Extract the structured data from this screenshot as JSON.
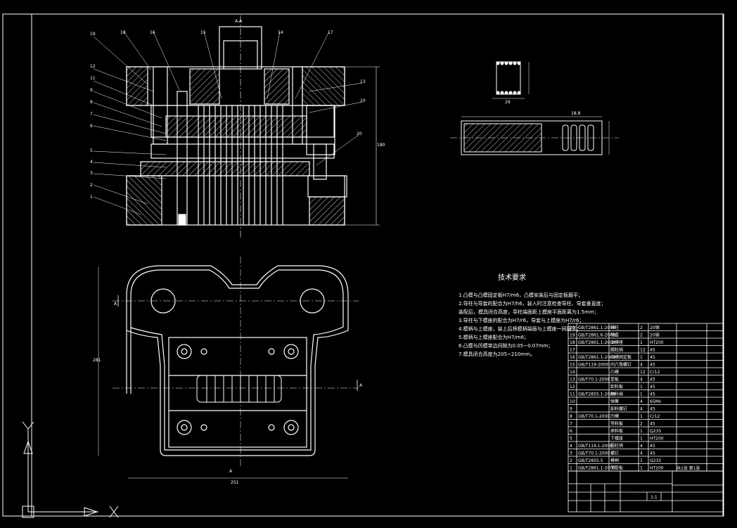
{
  "drawing": {
    "background": "#000000",
    "line_color": "#ffffff",
    "hatch_color": "#ffffff",
    "section_label_top": "A-A",
    "view_label_a": "A",
    "dim_plan_width": "251",
    "dim_plan_height": "281",
    "dim_strip_pitch": "18.8",
    "dim_strip_width": "29",
    "dim_side_height": "180",
    "part_numbers": [
      "1",
      "2",
      "3",
      "4",
      "5",
      "6",
      "7",
      "8",
      "9",
      "10",
      "11",
      "12",
      "13",
      "14",
      "15",
      "16",
      "17",
      "18",
      "19",
      "20"
    ]
  },
  "technical_requirements": {
    "title": "技术要求",
    "lines": [
      "1.凸模与凸模固定板H7/m6，凸模安装后与固定板磨平；",
      "2.导柱与导套的配合为H7/h6，装入时注意检查导柱、导套垂直度；",
      "  装配后，模具闭合高度，导柱端面距上模座平面距离为1.5mm；",
      "3.导柱与下模座的配合为H7/r6，导套与上模座为H7/r6；",
      "4.模柄与上模座，装上后将模柄端面与上模座一同磨平；",
      "5.模柄与上模座配合为H7/m6；",
      "6.凸模与凹模单边间隙为0.05~0.07mm；",
      "7.模具闭合高度为205~210mm。"
    ]
  },
  "parts_list": {
    "rows": [
      [
        "20",
        "GB/T2861.1-2008",
        "导柱",
        "2",
        "20钢"
      ],
      [
        "19",
        "GB/T2861.6-2008",
        "导套",
        "2",
        "20钢"
      ],
      [
        "18",
        "GB/T2861.1-2008",
        "上模座",
        "1",
        "HT200"
      ],
      [
        "17",
        "",
        "圆柱销",
        "12",
        "45"
      ],
      [
        "16",
        "GB/T2861.1-2008",
        "凸模固定板",
        "1",
        "45"
      ],
      [
        "15",
        "GB/T119-2000",
        "内六角螺钉",
        "4",
        "45"
      ],
      [
        "14",
        "",
        "凸模",
        "12",
        "Cr12"
      ],
      [
        "13",
        "GB/T70.1-2008",
        "垫板",
        "4",
        "45"
      ],
      [
        "12",
        "",
        "卸料板",
        "1",
        "45"
      ],
      [
        "11",
        "GB/T2855.1-2008",
        "挡料销",
        "1",
        "45"
      ],
      [
        "10",
        "",
        "弹簧",
        "4",
        "65Mn"
      ],
      [
        "9",
        "",
        "卸料螺钉",
        "4",
        "45"
      ],
      [
        "8",
        "GB/T70.1-2000",
        "凹模",
        "1",
        "Cr12"
      ],
      [
        "7",
        "",
        "导料板",
        "2",
        "45"
      ],
      [
        "6",
        "",
        "承料板",
        "1",
        "Q235"
      ],
      [
        "5",
        "",
        "下模座",
        "1",
        "HT200"
      ],
      [
        "4",
        "GB/T119.1-2000",
        "圆柱销",
        "4",
        "45"
      ],
      [
        "3",
        "GB/T70.1-2000",
        "螺钉",
        "4",
        "45"
      ],
      [
        "2",
        "GB/T2855.5",
        "模柄",
        "1",
        "Q235"
      ],
      [
        "1",
        "GB/T2861.1-2008",
        "下垫板",
        "1",
        "HT200"
      ]
    ]
  },
  "title_block": {
    "scale": "1:1",
    "sheet": "共1张 第1张",
    "material": ""
  }
}
